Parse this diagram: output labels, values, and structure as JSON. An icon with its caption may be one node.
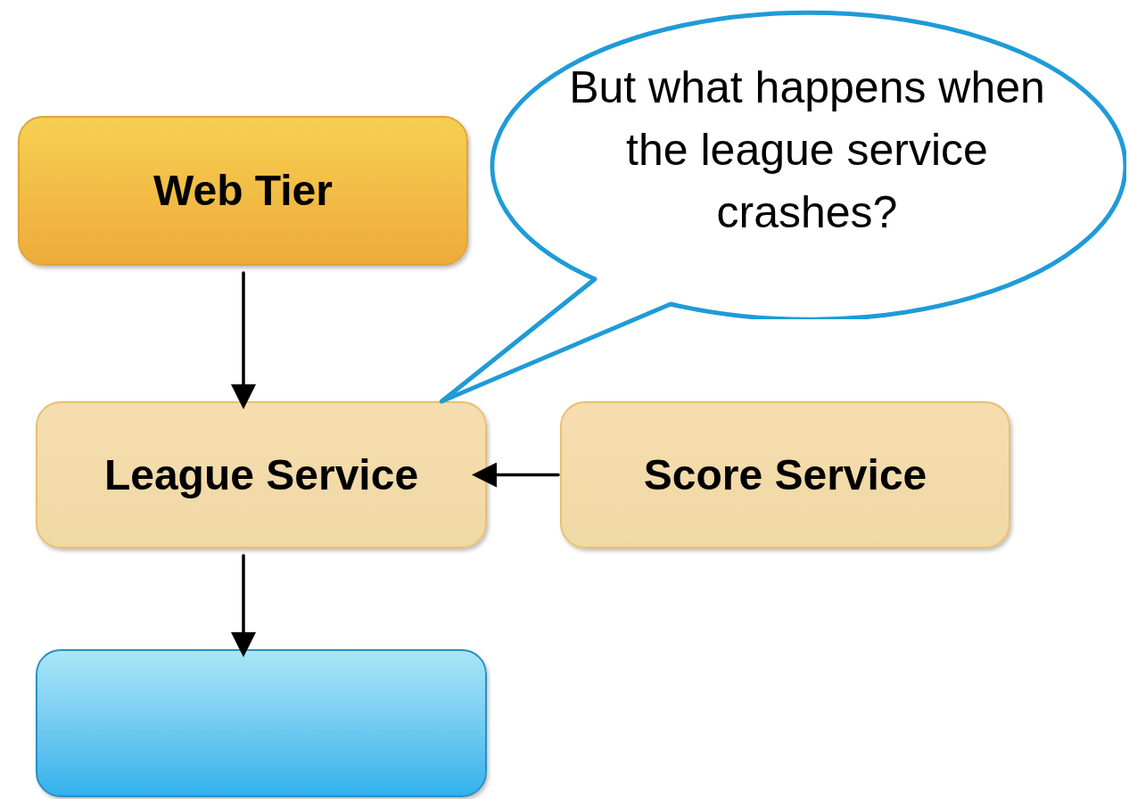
{
  "diagram": {
    "nodes": [
      {
        "text": [
          "Web Tier"
        ]
      },
      {
        "text": [
          "League Service"
        ]
      },
      {
        "text": [
          "Score Service"
        ]
      },
      {
        "text": [],
        "shape": "box"
      },
      {
        "text": [
          "But what happens when the league service crashes?"
        ]
      }
    ],
    "edges": [
      {
        "from": 0,
        "to": 1,
        "arrow": "to"
      },
      {
        "from": 2,
        "to": 1,
        "arrow": "to"
      },
      {
        "from": 1,
        "to": 3,
        "arrow": "to"
      },
      {
        "from": 4,
        "to": 1,
        "arrow": "none",
        "color": "#1f9bd7"
      }
    ]
  }
}
